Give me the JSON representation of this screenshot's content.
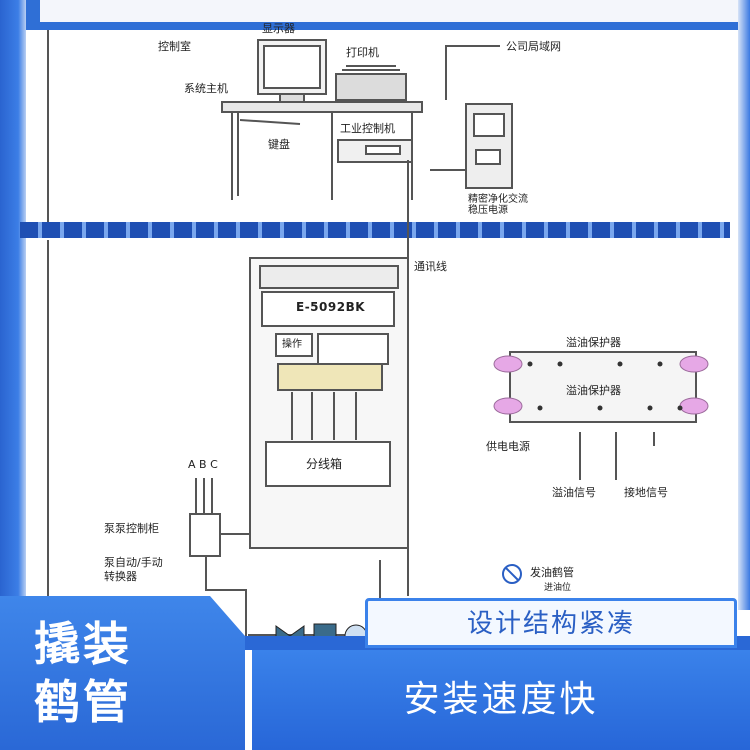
{
  "diagram": {
    "labels": {
      "display": "显示器",
      "control_room": "控制室",
      "printer": "打印机",
      "host": "系统主机",
      "lan": "公司局域网",
      "ipc": "工业控制机",
      "keyboard": "键盘",
      "psu": "精密净化交流稳压电源",
      "comm_line": "通讯线",
      "device_model": "E-5092BK",
      "operate": "操作",
      "junction_box": "分线箱",
      "overflow_1": "溢油保护器",
      "overflow_2": "溢油保护器",
      "power_supply": "供电电源",
      "overflow_signal": "溢油信号",
      "ground_signal": "接地信号",
      "pump_control": "泵泵控制柜",
      "pump_auto_manual": "泵自动/手动",
      "switcher": "转换器",
      "phases": "A B C",
      "loading_arm": "发油鹤管",
      "inlet": "进油位"
    }
  },
  "banner": {
    "title_line1": "撬装",
    "title_line2": "鹤管",
    "feature_top": "设计结构紧凑",
    "feature_bottom": "安装速度快"
  },
  "colors": {
    "frame_blue": "#2f6fd6",
    "banner_blue": "#3a82ea",
    "line_gray": "#555555",
    "connector_pink": "#e6a8e6"
  }
}
